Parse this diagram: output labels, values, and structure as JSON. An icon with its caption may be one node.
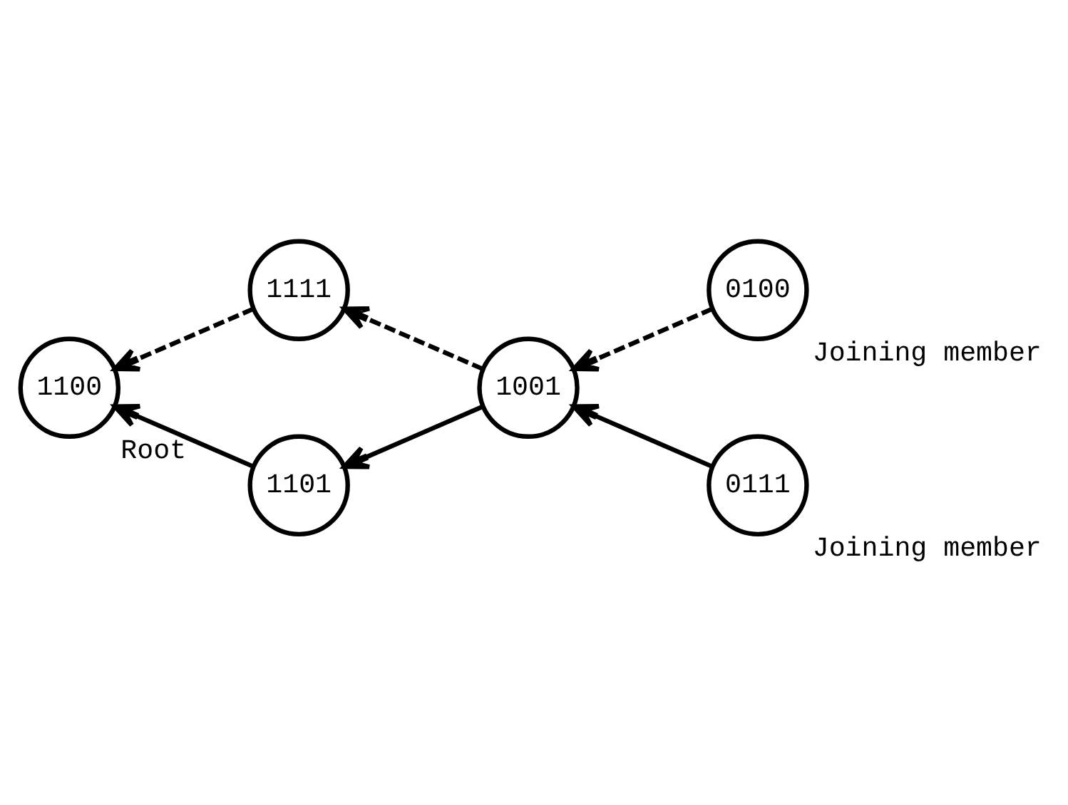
{
  "diagram": {
    "nodes": [
      {
        "text": [
          "1111"
        ]
      },
      {
        "text": [
          "1100"
        ],
        "beside": [
          "Root"
        ]
      },
      {
        "text": [
          "0100"
        ],
        "beside": [
          "Joining member"
        ]
      },
      {
        "text": [
          "1101"
        ]
      },
      {
        "text": [
          "1001"
        ]
      },
      {
        "text": [
          "0111"
        ],
        "beside": [
          "Joining member"
        ]
      }
    ],
    "edges": [
      {
        "from": 0,
        "to": 1,
        "arrow": "to",
        "style": "dashed"
      },
      {
        "from": 4,
        "to": 0,
        "arrow": "to",
        "style": "dashed"
      },
      {
        "from": 2,
        "to": 4,
        "arrow": "to",
        "style": "dashed"
      },
      {
        "from": 3,
        "to": 1,
        "arrow": "to"
      },
      {
        "from": 4,
        "to": 3,
        "arrow": "to"
      },
      {
        "from": 5,
        "to": 4,
        "arrow": "to"
      }
    ]
  }
}
